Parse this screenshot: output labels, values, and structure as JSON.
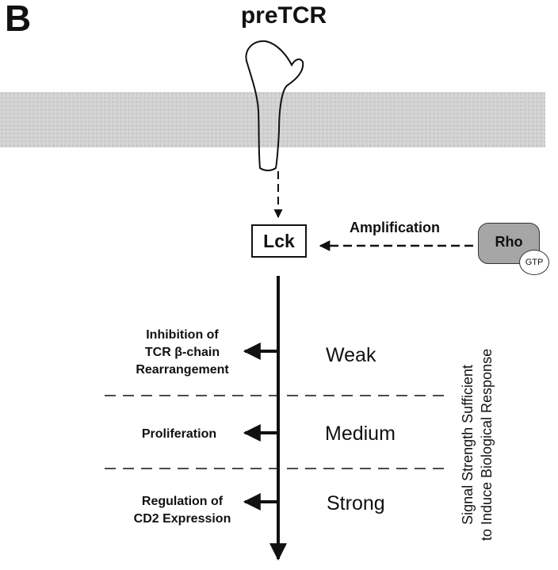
{
  "figure": {
    "panel_letter": "B",
    "receptor_label": "preTCR",
    "kinase_label": "Lck",
    "amplification_label": "Amplification",
    "gtpase": {
      "name": "Rho",
      "nucleotide": "GTP"
    },
    "responses": [
      {
        "lines": [
          "Inhibition of",
          "TCR β-chain",
          "Rearrangement"
        ],
        "strength": "Weak"
      },
      {
        "lines": [
          "Proliferation"
        ],
        "strength": "Medium"
      },
      {
        "lines": [
          "Regulation of",
          "CD2 Expression"
        ],
        "strength": "Strong"
      }
    ],
    "side_caption": {
      "line1": "Signal Strength Sufficient",
      "line2": "to Induce Biological Response"
    },
    "colors": {
      "membrane": "#d5d5d5",
      "gtpase_fill": "#a6a6a6",
      "ink": "#111111"
    }
  }
}
